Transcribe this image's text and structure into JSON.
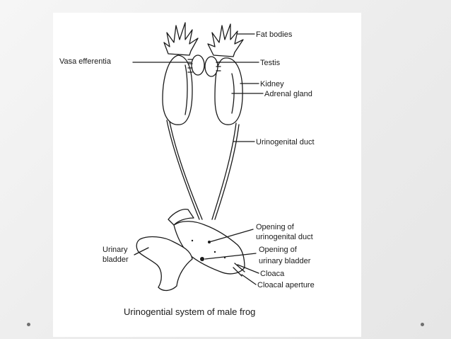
{
  "diagram": {
    "caption": "Urinogential system of male frog",
    "labels": {
      "fat_bodies": "Fat bodies",
      "vasa_efferentia": "Vasa efferentia",
      "testis": "Testis",
      "kidney": "Kidney",
      "adrenal_gland": "Adrenal gland",
      "urinogenital_duct": "Urinogenital duct",
      "opening_duct_1": "Opening of",
      "opening_duct_2": "urinogenital duct",
      "urinary_bladder_1": "Urinary",
      "urinary_bladder_2": "bladder",
      "opening_bladder_1": "Opening of",
      "opening_bladder_2": "urinary bladder",
      "cloaca": "Cloaca",
      "cloacal_aperture": "Cloacal aperture"
    }
  }
}
